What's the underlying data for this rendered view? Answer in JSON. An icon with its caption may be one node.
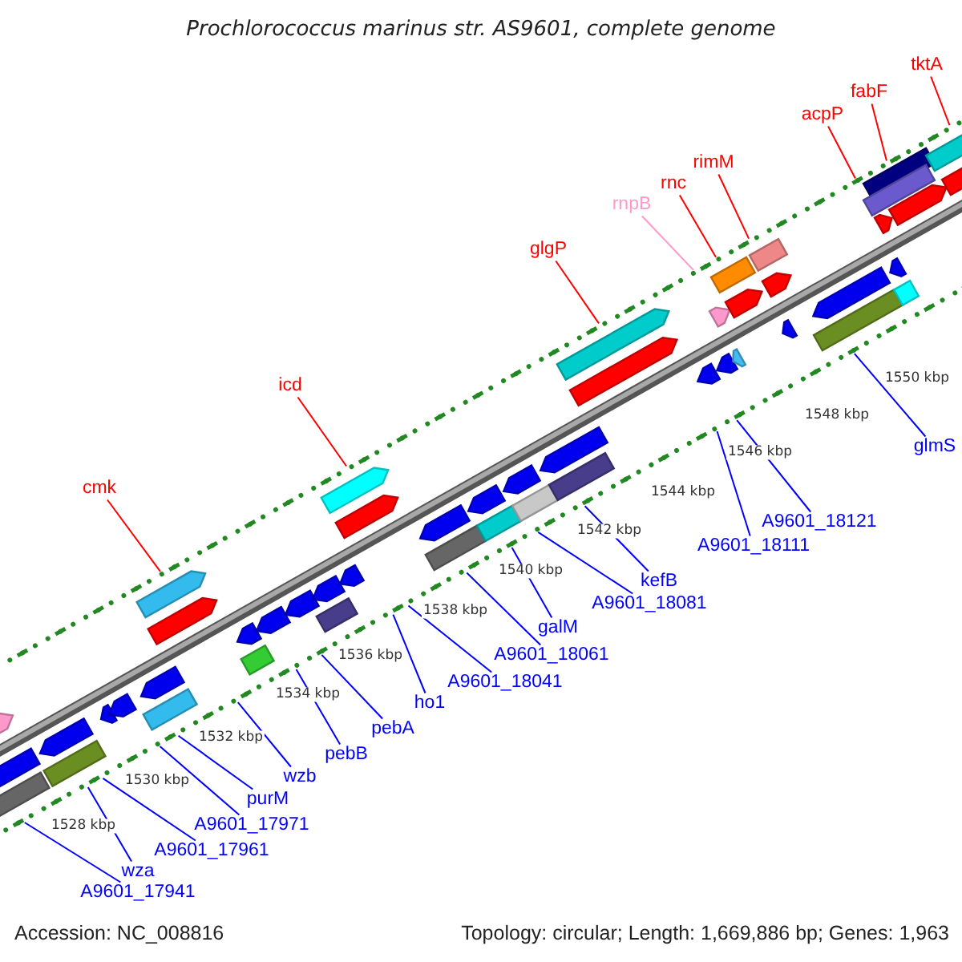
{
  "diagram": {
    "title": "Prochlorococcus marinus str. AS9601, complete genome",
    "nodes": [
      {
        "text": [
          "tktA"
        ]
      },
      {
        "text": [
          "fabF"
        ]
      },
      {
        "text": [
          "acpP"
        ]
      },
      {
        "text": [
          "rimM"
        ]
      },
      {
        "text": [
          "rnc"
        ]
      },
      {
        "text": [
          "rnpB"
        ]
      },
      {
        "text": [
          "glgP"
        ]
      },
      {
        "text": [
          "icd"
        ]
      },
      {
        "text": [
          "cmk"
        ]
      },
      {
        "text": [
          "glmS"
        ]
      },
      {
        "text": [
          "A9601_18121"
        ]
      },
      {
        "text": [
          "A9601_18111"
        ]
      },
      {
        "text": [
          "kefB"
        ]
      },
      {
        "text": [
          "A9601_18081"
        ]
      },
      {
        "text": [
          "galM"
        ]
      },
      {
        "text": [
          "A9601_18061"
        ]
      },
      {
        "text": [
          "A9601_18041"
        ]
      },
      {
        "text": [
          "ho1"
        ]
      },
      {
        "text": [
          "pebA"
        ]
      },
      {
        "text": [
          "pebB"
        ]
      },
      {
        "text": [
          "wzb"
        ]
      },
      {
        "text": [
          "purM"
        ]
      },
      {
        "text": [
          "A9601_17971"
        ]
      },
      {
        "text": [
          "A9601_17961"
        ]
      },
      {
        "text": [
          "wza"
        ]
      },
      {
        "text": [
          "A9601_17941"
        ]
      }
    ],
    "edges": [
      {
        "from": 0,
        "to": null,
        "arrow": "none",
        "color": "#ff0000"
      },
      {
        "from": 1,
        "to": null,
        "arrow": "none",
        "color": "#ff0000"
      },
      {
        "from": 2,
        "to": null,
        "arrow": "none",
        "color": "#ff0000"
      },
      {
        "from": 3,
        "to": null,
        "arrow": "none",
        "color": "#ff0000"
      },
      {
        "from": 4,
        "to": null,
        "arrow": "none",
        "color": "#ff0000"
      },
      {
        "from": 5,
        "to": null,
        "arrow": "none",
        "color": "#ff99cc"
      },
      {
        "from": 6,
        "to": null,
        "arrow": "none",
        "color": "#ff0000"
      },
      {
        "from": 7,
        "to": null,
        "arrow": "none",
        "color": "#ff0000"
      },
      {
        "from": 8,
        "to": null,
        "arrow": "none",
        "color": "#ff0000"
      },
      {
        "from": 9,
        "to": null,
        "arrow": "none"
      },
      {
        "from": 10,
        "to": null,
        "arrow": "none"
      },
      {
        "from": 11,
        "to": null,
        "arrow": "none"
      },
      {
        "from": 12,
        "to": null,
        "arrow": "none"
      },
      {
        "from": 13,
        "to": null,
        "arrow": "none"
      },
      {
        "from": 14,
        "to": null,
        "arrow": "none"
      },
      {
        "from": 15,
        "to": null,
        "arrow": "none"
      },
      {
        "from": 16,
        "to": null,
        "arrow": "none"
      },
      {
        "from": 17,
        "to": null,
        "arrow": "none"
      },
      {
        "from": 18,
        "to": null,
        "arrow": "none"
      },
      {
        "from": 19,
        "to": null,
        "arrow": "none"
      },
      {
        "from": 20,
        "to": null,
        "arrow": "none"
      },
      {
        "from": 21,
        "to": null,
        "arrow": "none"
      },
      {
        "from": 22,
        "to": null,
        "arrow": "none"
      },
      {
        "from": 23,
        "to": null,
        "arrow": "none"
      },
      {
        "from": 24,
        "to": null,
        "arrow": "none"
      },
      {
        "from": 25,
        "to": null,
        "arrow": "none"
      }
    ],
    "labels": [
      "1550 kbp",
      "1548 kbp",
      "1546 kbp",
      "1544 kbp",
      "1542 kbp",
      "1540 kbp",
      "1538 kbp",
      "1536 kbp",
      "1534 kbp",
      "1532 kbp",
      "1530 kbp",
      "1528 kbp",
      "Accession: NC_008816",
      "Topology: circular; Length: 1,669,886 bp; Genes: 1,963"
    ]
  }
}
